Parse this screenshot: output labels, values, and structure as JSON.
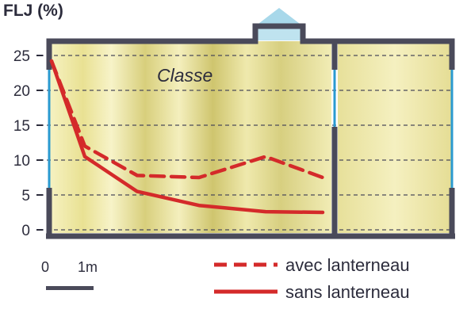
{
  "chart_data": {
    "type": "line",
    "ylabel": "FLJ (%)",
    "ylim": [
      0,
      25
    ],
    "yticks": [
      0,
      5,
      10,
      15,
      20,
      25
    ],
    "grid": true,
    "room_label": "Classe",
    "x_unit": "m",
    "scale_bar": {
      "start_label": "0",
      "end_label": "1m"
    },
    "series": [
      {
        "name": "avec lanterneau",
        "style": "dashed",
        "color": "#d42a2a",
        "x": [
          0.6,
          1.3,
          2.4,
          3.7,
          5.1,
          6.3
        ],
        "y": [
          24.2,
          12,
          7.8,
          7.5,
          10.5,
          7.5
        ]
      },
      {
        "name": "sans lanterneau",
        "style": "solid",
        "color": "#d42a2a",
        "x": [
          0.6,
          1.3,
          2.4,
          3.7,
          5.1,
          6.3
        ],
        "y": [
          24.2,
          10.5,
          5.5,
          3.5,
          2.6,
          2.5
        ]
      }
    ]
  },
  "colors": {
    "wall": "#4a4a5a",
    "window": "#2a9ad0",
    "floor_light": "#f5f0bc",
    "floor_dark": "#c9c26a",
    "skylight": "#a8d8ea",
    "line": "#d42a2a"
  }
}
